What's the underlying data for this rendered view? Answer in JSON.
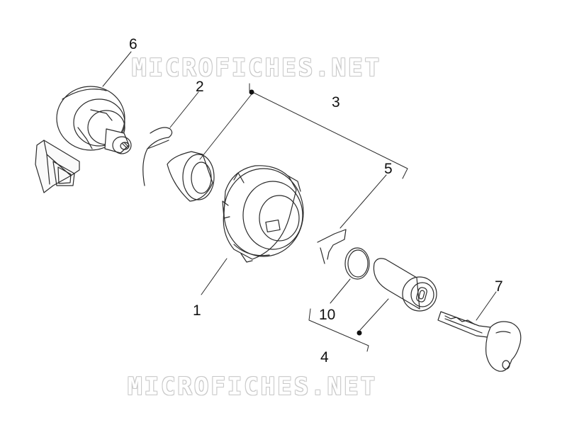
{
  "watermark": {
    "text": "MICROFICHES.NET"
  },
  "callouts": {
    "c1": "1",
    "c2": "2",
    "c3": "3",
    "c4": "4",
    "c5": "5",
    "c6": "6",
    "c7": "7",
    "c10": "10"
  },
  "colors": {
    "line": "#2a2a2a",
    "watermark_outline": "#c9c9c9"
  }
}
